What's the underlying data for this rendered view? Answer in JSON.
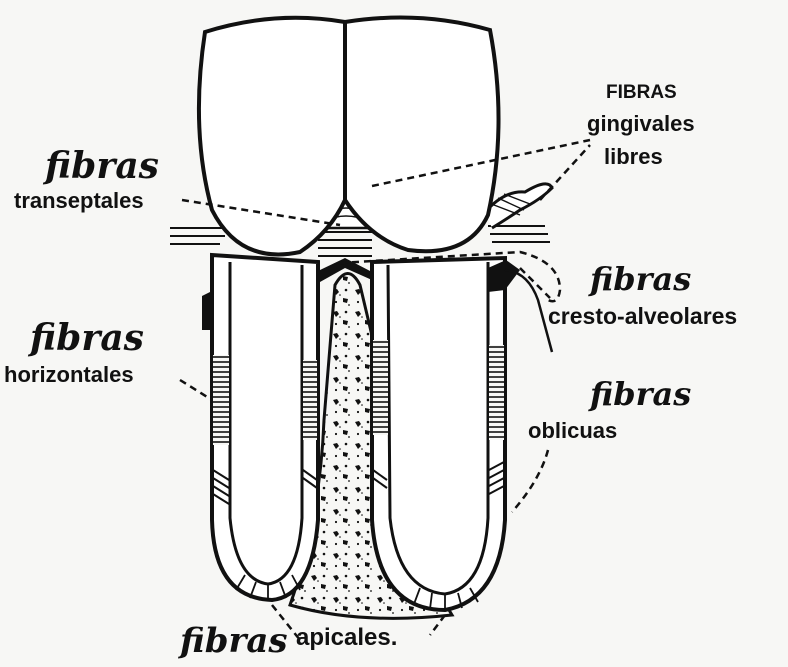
{
  "labels": {
    "gingival_heading": "FIBRAS",
    "gingival_line1": "gingivales",
    "gingival_line2": "libres",
    "transeptal_script": "fibras",
    "transeptal_print": "transeptales",
    "crest_script": "fibras",
    "crest_print": "cresto-alveolares",
    "horizontal_script": "fibras",
    "horizontal_print": "horizontales",
    "oblique_script": "fibras",
    "oblique_print": "oblicuas",
    "apical_script": "fibras",
    "apical_print": "apicales."
  },
  "colors": {
    "ink": "#111111",
    "paper": "#f7f7f5"
  }
}
